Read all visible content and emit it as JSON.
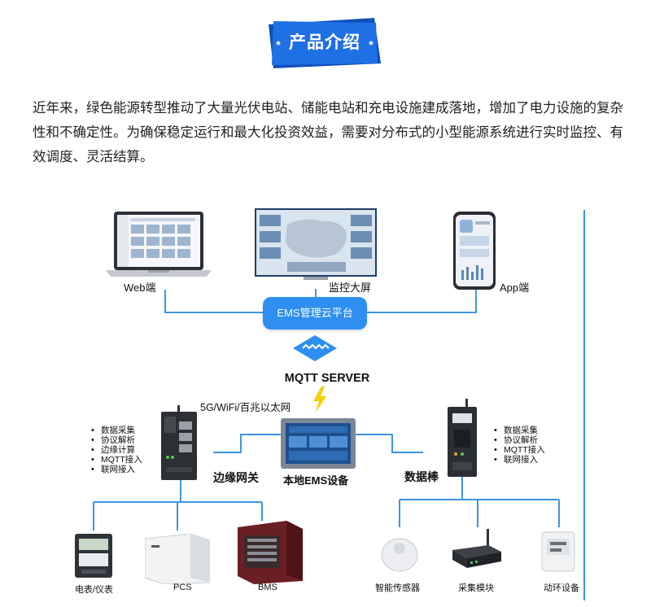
{
  "header": {
    "title": "产品介绍",
    "accent": "#1f6fe5"
  },
  "intro": {
    "text": "近年来，绿色能源转型推动了大量光伏电站、储能电站和充电设施建成落地，增加了电力设施的复杂性和不确定性。为确保稳定运行和最大化投资效益，需要对分布式的小型能源系统进行实时监控、有效调度、灵活结算。"
  },
  "diagram": {
    "line_color": "#3d95e8",
    "clients": {
      "web": "Web端",
      "screen": "监控大屏",
      "app": "App端"
    },
    "cloud": "EMS管理云平台",
    "mqtt": "MQTT SERVER",
    "network": "5G/WiFi/百兆以太网",
    "gateway": {
      "label": "边缘网关",
      "features": [
        "数据采集",
        "协议解析",
        "边缘计算",
        "MQTT接入",
        "联网接入"
      ]
    },
    "local_ems": "本地EMS设备",
    "dongle": {
      "label": "数据棒",
      "features": [
        "数据采集",
        "协议解析",
        "MQTT接入",
        "联网接入"
      ]
    },
    "devices_left": [
      "电表/仪表",
      "PCS",
      "BMS"
    ],
    "devices_right": [
      "智能传感器",
      "采集模块",
      "动环设备"
    ]
  }
}
